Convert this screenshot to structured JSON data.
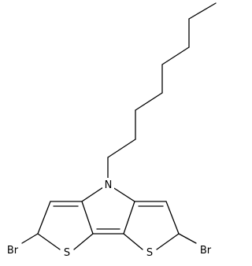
{
  "structure": {
    "atoms": {
      "nitrogen": "N",
      "sulfur_left": "S",
      "sulfur_right": "S",
      "bromine_left": "Br",
      "bromine_right": "Br"
    }
  },
  "colors": {
    "bond": "#000000",
    "background": "#ffffff"
  }
}
